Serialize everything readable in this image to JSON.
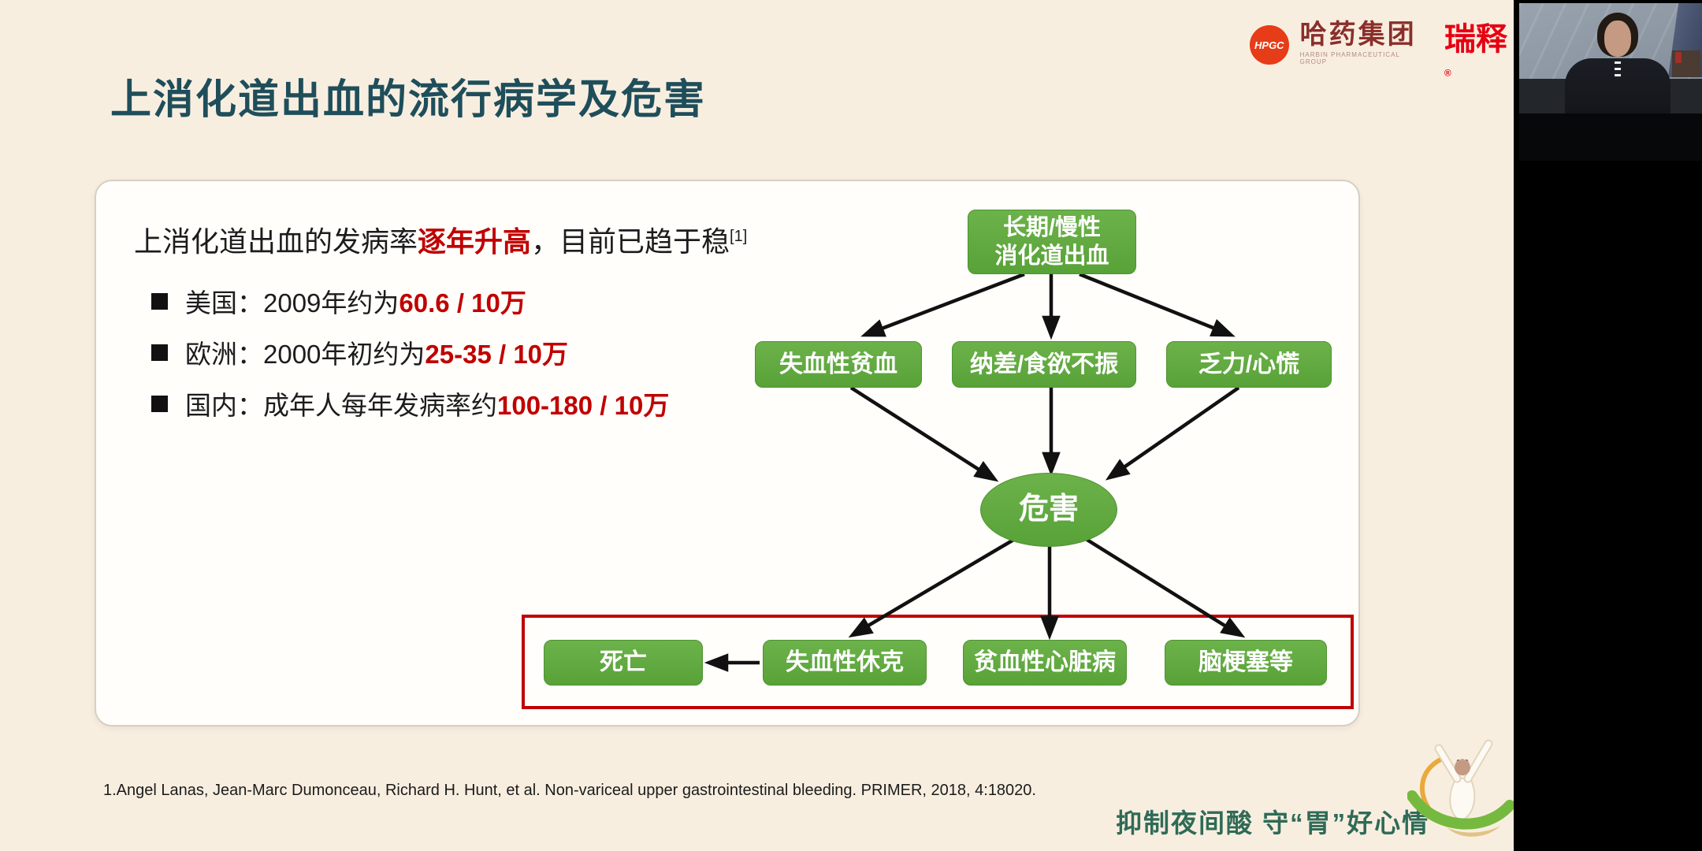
{
  "slide": {
    "title": "上消化道出血的流行病学及危害",
    "intro": {
      "part1": "上消化道出血的发病率",
      "highlight": "逐年升高",
      "part2": "，目前已趋于稳",
      "ref": "[1]"
    },
    "bullets": [
      {
        "label": "美国：2009年约为",
        "value": "60.6 / 10万"
      },
      {
        "label": "欧洲：2000年初约为",
        "value": "25-35 / 10万"
      },
      {
        "label": "国内：成年人每年发病率约",
        "value": "100-180 / 10万"
      }
    ],
    "flowchart": {
      "root_line1": "长期/慢性",
      "root_line2": "消化道出血",
      "symptoms": [
        "失血性贫血",
        "纳差/食欲不振",
        "乏力/心慌"
      ],
      "hub": "危害",
      "outcomes": [
        "死亡",
        "失血性休克",
        "贫血性心脏病",
        "脑梗塞等"
      ]
    },
    "footnote": "1.Angel Lanas, Jean-Marc Dumonceau, Richard H. Hunt, et al. Non-variceal upper gastrointestinal bleeding. PRIMER, 2018, 4:18020.",
    "slogan": "抑制夜间酸 守“胃”好心情"
  },
  "header_logos": {
    "badge_text": "HPGC",
    "group_name": "哈药集团",
    "group_caption": "HARBIN PHARMACEUTICAL GROUP",
    "brand_name": "瑞释",
    "brand_mark": "®"
  },
  "colors": {
    "slide_bg": "#f8eee0",
    "accent_red": "#c00000",
    "node_green": "#5fa73e",
    "title_teal": "#1f4e5b",
    "slogan_green": "#2f6b57",
    "brand_red": "#e60012"
  }
}
